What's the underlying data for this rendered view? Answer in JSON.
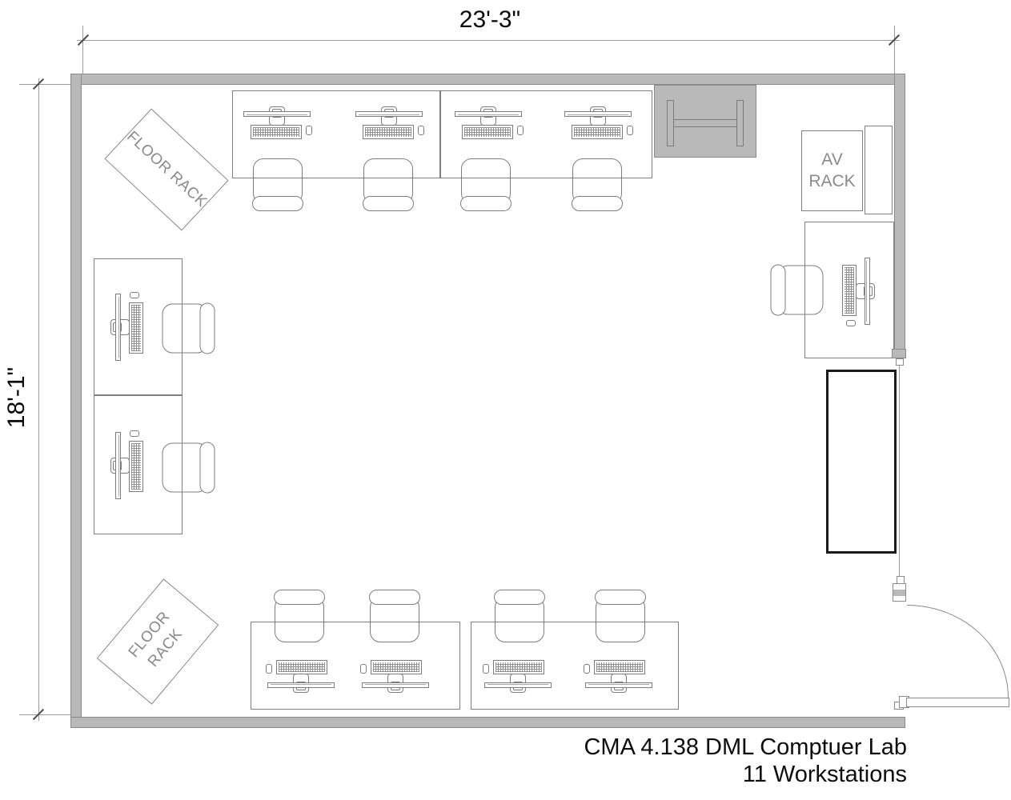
{
  "plan": {
    "dim_width_label": "23'-3\"",
    "dim_height_label": "18'-1\"",
    "floor_rack_label": "FLOOR RACK",
    "av_rack_label": "AV RACK",
    "title_line1": "CMA 4.138 DML Comptuer Lab",
    "title_line2": "11 Workstations",
    "colors": {
      "wall_fill": "#b9b9b9",
      "wall_stroke": "#8a8a8a",
      "furniture_line": "#7d7d7d",
      "cabinet_line": "#1a1a1a",
      "label_text": "#8a8a8a",
      "dimension_text": "#0a0a0a"
    }
  }
}
